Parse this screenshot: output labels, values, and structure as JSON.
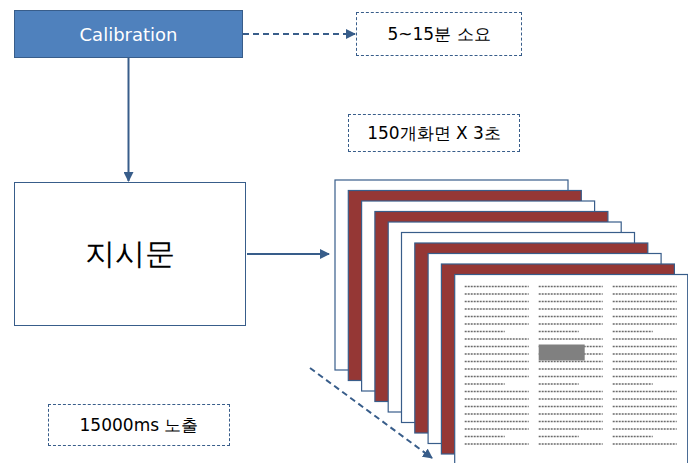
{
  "diagram": {
    "nodes": [
      {
        "text": [
          "Calibration"
        ]
      },
      {
        "text": [
          "5~15분 소요"
        ]
      },
      {
        "text": [
          "150개화면 X 3초"
        ]
      },
      {
        "text": [
          "지시문"
        ]
      },
      {
        "text": [
          "15000ms 노출"
        ]
      }
    ],
    "edges": [
      {
        "from": 0,
        "to": 1,
        "arrow": "to"
      },
      {
        "from": 0,
        "to": 3,
        "arrow": "to"
      }
    ]
  }
}
